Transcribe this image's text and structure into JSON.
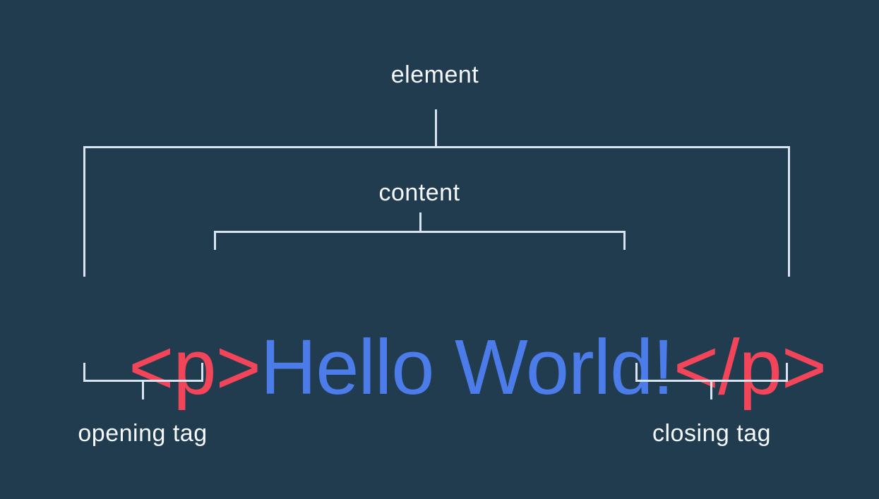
{
  "diagram": {
    "labels": {
      "element": "element",
      "content": "content",
      "opening_tag": "opening tag",
      "closing_tag": "closing tag"
    },
    "code": {
      "opening_tag": "<p>",
      "content": "Hello World!",
      "closing_tag": "</p>"
    },
    "colors": {
      "background": "#213C4E",
      "bracket_line": "#D9E4F2",
      "label_text": "#F4F8FC",
      "tag_text": "#F2455A",
      "content_text": "#4C7CE9"
    }
  }
}
